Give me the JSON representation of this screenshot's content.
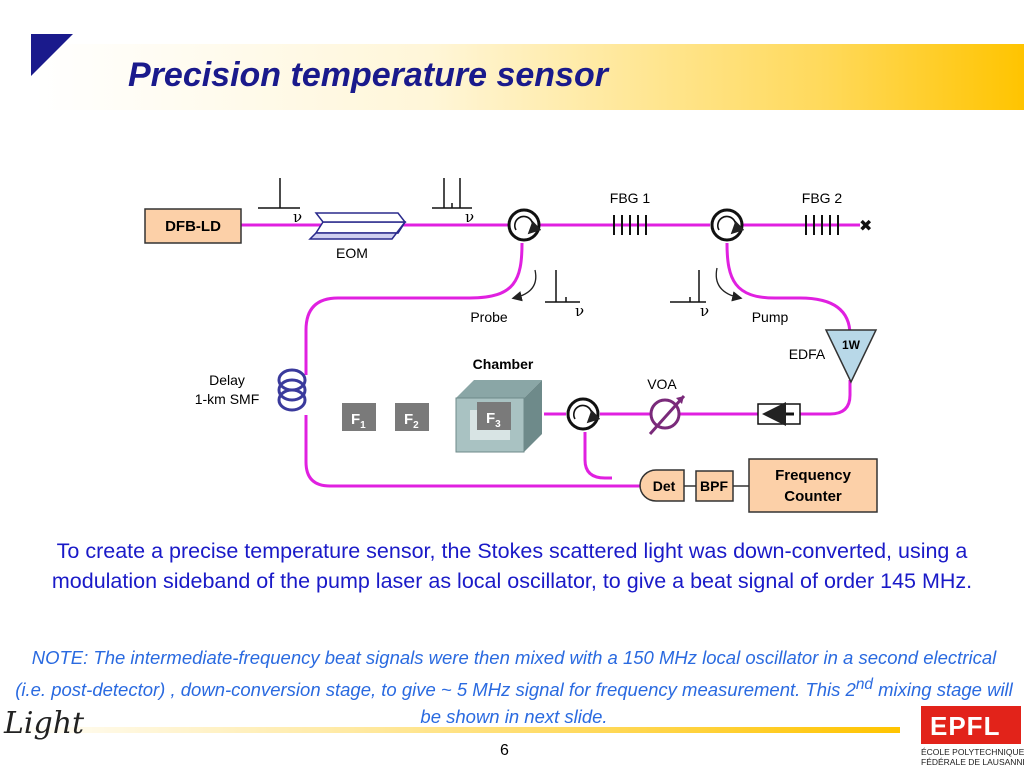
{
  "title": "Precision temperature sensor",
  "diagram": {
    "dfb_ld": "DFB-LD",
    "eom": "EOM",
    "fbg1": "FBG 1",
    "fbg2": "FBG 2",
    "nu": "ν",
    "probe": "Probe",
    "pump": "Pump",
    "edfa": "EDFA",
    "edfa_power": "1W",
    "delay_line1": "Delay",
    "delay_line2": "1-km SMF",
    "chamber": "Chamber",
    "f_letter": "F",
    "f1_sub": "1",
    "f2_sub": "2",
    "f3_sub": "3",
    "voa": "VOA",
    "det": "Det",
    "bpf": "BPF",
    "counter_line1": "Frequency",
    "counter_line2": "Counter"
  },
  "paragraph": "To create a precise temperature sensor, the Stokes scattered light was down-converted, using a modulation sideband of the pump laser as local oscillator, to give a beat signal of order 145 MHz.",
  "note": {
    "before": "NOTE: The intermediate-frequency beat signals were then mixed with a 150 MHz local oscillator in a second electrical (i.e. post-detector) , down-conversion stage, to give  ~  5 MHz signal for frequency measurement. This 2",
    "sup": "nd",
    "after": " mixing stage will be shown in next slide."
  },
  "page_number": "6",
  "logos": {
    "left": "Light",
    "right": "EPFL",
    "right_sub1": "ÉCOLE POLYTECHNIQUE",
    "right_sub2": "FÉDÉRALE DE LAUSANNE"
  },
  "colors": {
    "fiber": "#e020e0",
    "title": "#1a1a8c",
    "text": "#1a1ac8",
    "note": "#2a6ae0",
    "box_fill": "#fcd0a8"
  }
}
